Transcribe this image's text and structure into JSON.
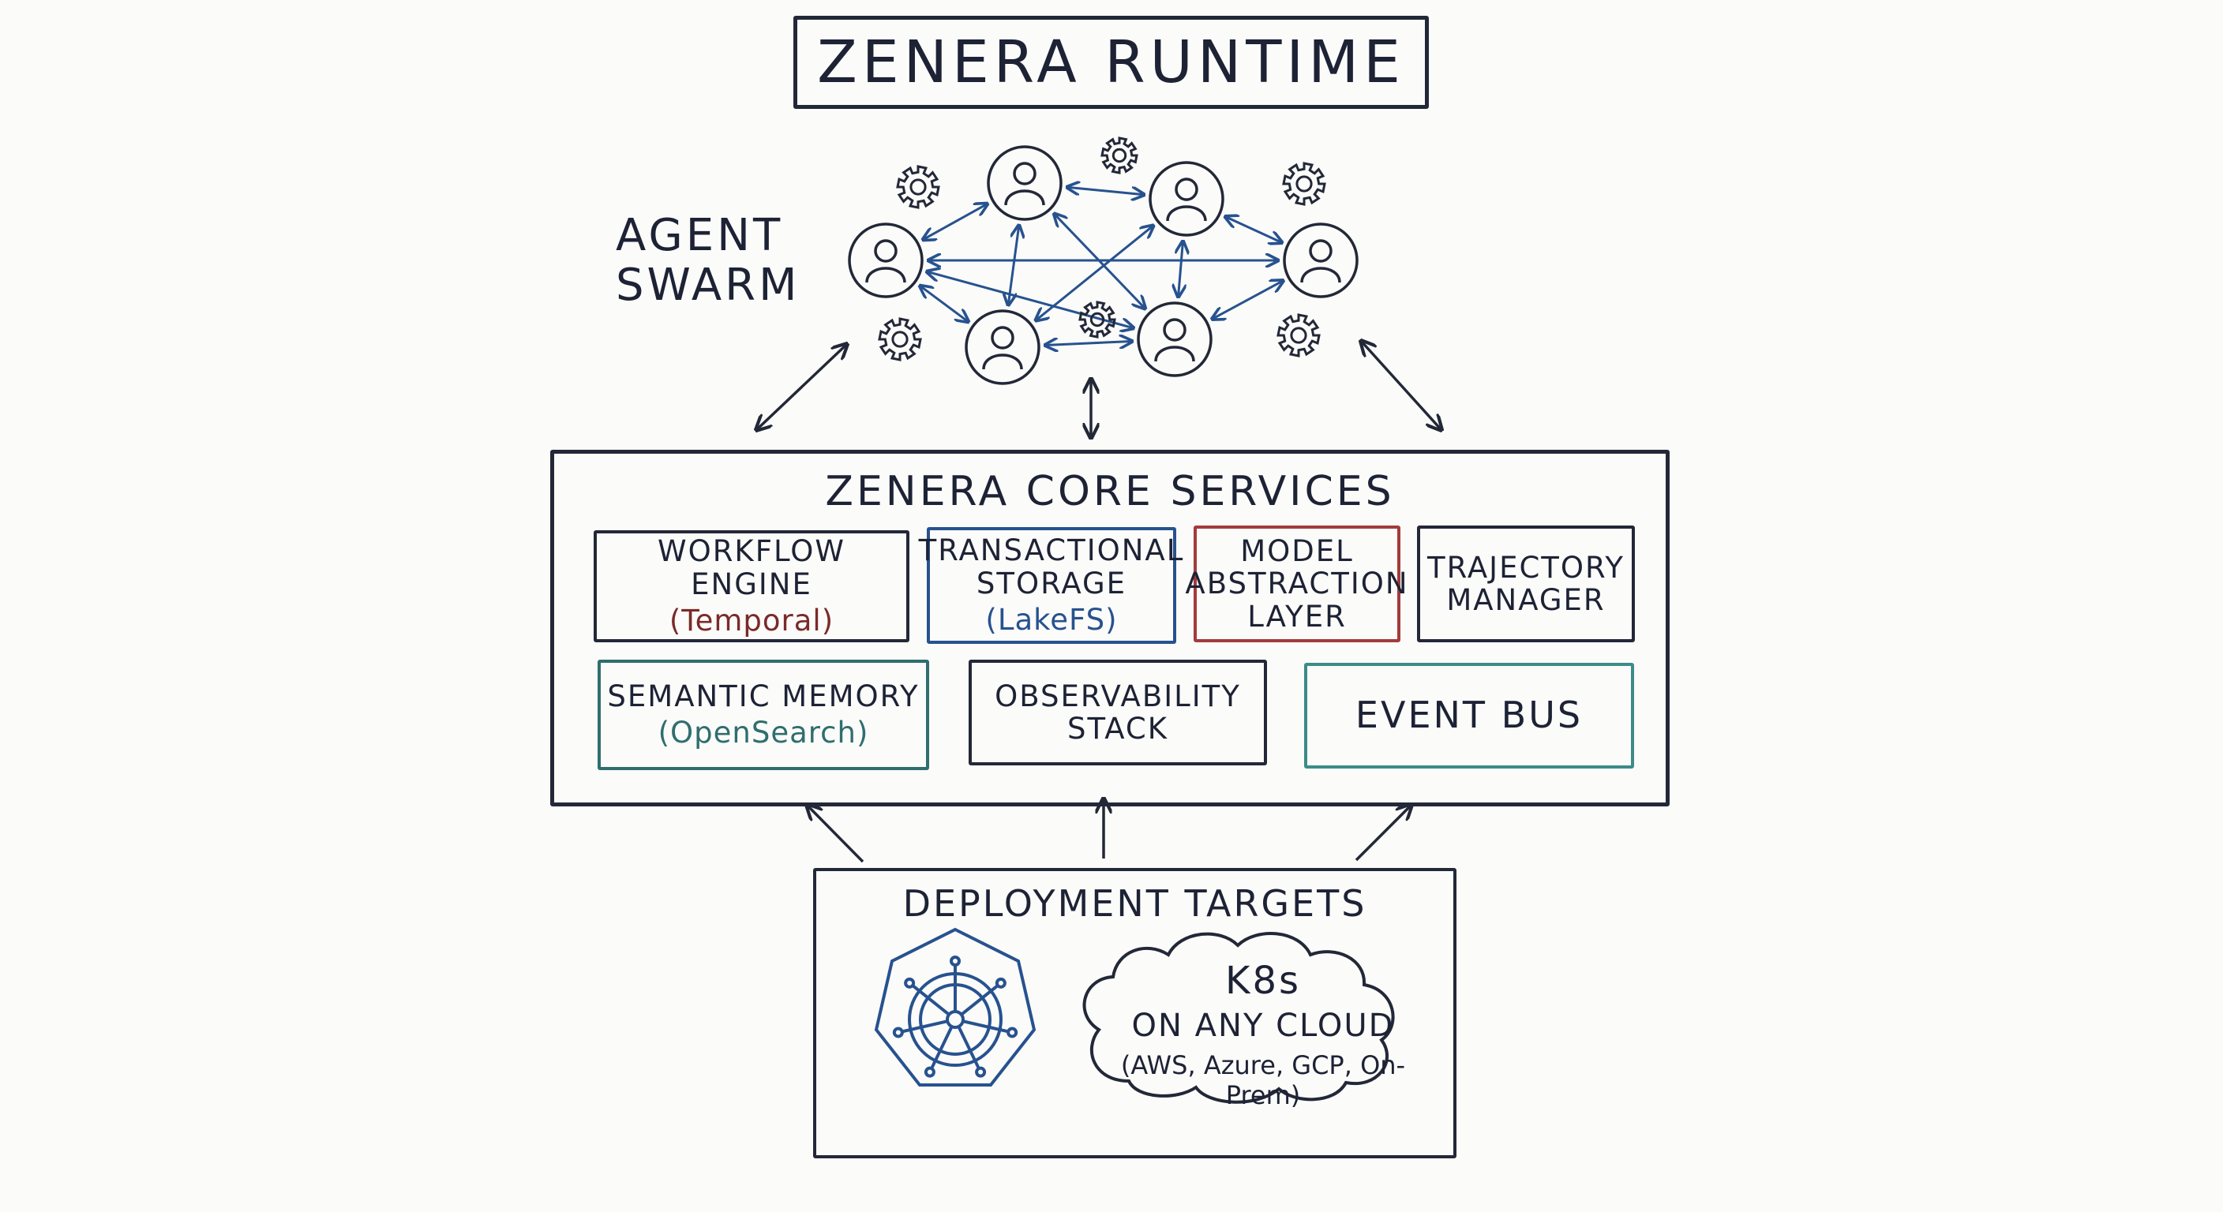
{
  "title": "ZENERA RUNTIME",
  "agent_swarm_label": "AGENT\nSWARM",
  "core": {
    "title": "ZENERA CORE SERVICES",
    "services": [
      {
        "label": "WORKFLOW ENGINE",
        "sub": "(Temporal)"
      },
      {
        "label": "TRANSACTIONAL\nSTORAGE",
        "sub": "(LakeFS)"
      },
      {
        "label": "MODEL\nABSTRACTION\nLAYER",
        "sub": ""
      },
      {
        "label": "TRAJECTORY\nMANAGER",
        "sub": ""
      },
      {
        "label": "SEMANTIC MEMORY",
        "sub": "(OpenSearch)"
      },
      {
        "label": "OBSERVABILITY\nSTACK",
        "sub": ""
      },
      {
        "label": "EVENT BUS",
        "sub": ""
      }
    ]
  },
  "deployment": {
    "title": "DEPLOYMENT TARGETS",
    "cloud_line1": "K8s",
    "cloud_line2": "ON ANY CLOUD",
    "cloud_line3": "(AWS, Azure, GCP, On-Prem)"
  },
  "icons": {
    "agent": "person-icon",
    "gear": "gear-icon",
    "kubernetes": "kubernetes-helm-icon",
    "cloud": "cloud-icon"
  },
  "colors": {
    "ink": "#232838",
    "link": "#27528f",
    "model_border": "#a33b3b",
    "semantic_border": "#2f6e6e",
    "eventbus_border": "#3c8c88",
    "temporal_text": "#7a2a2a"
  }
}
